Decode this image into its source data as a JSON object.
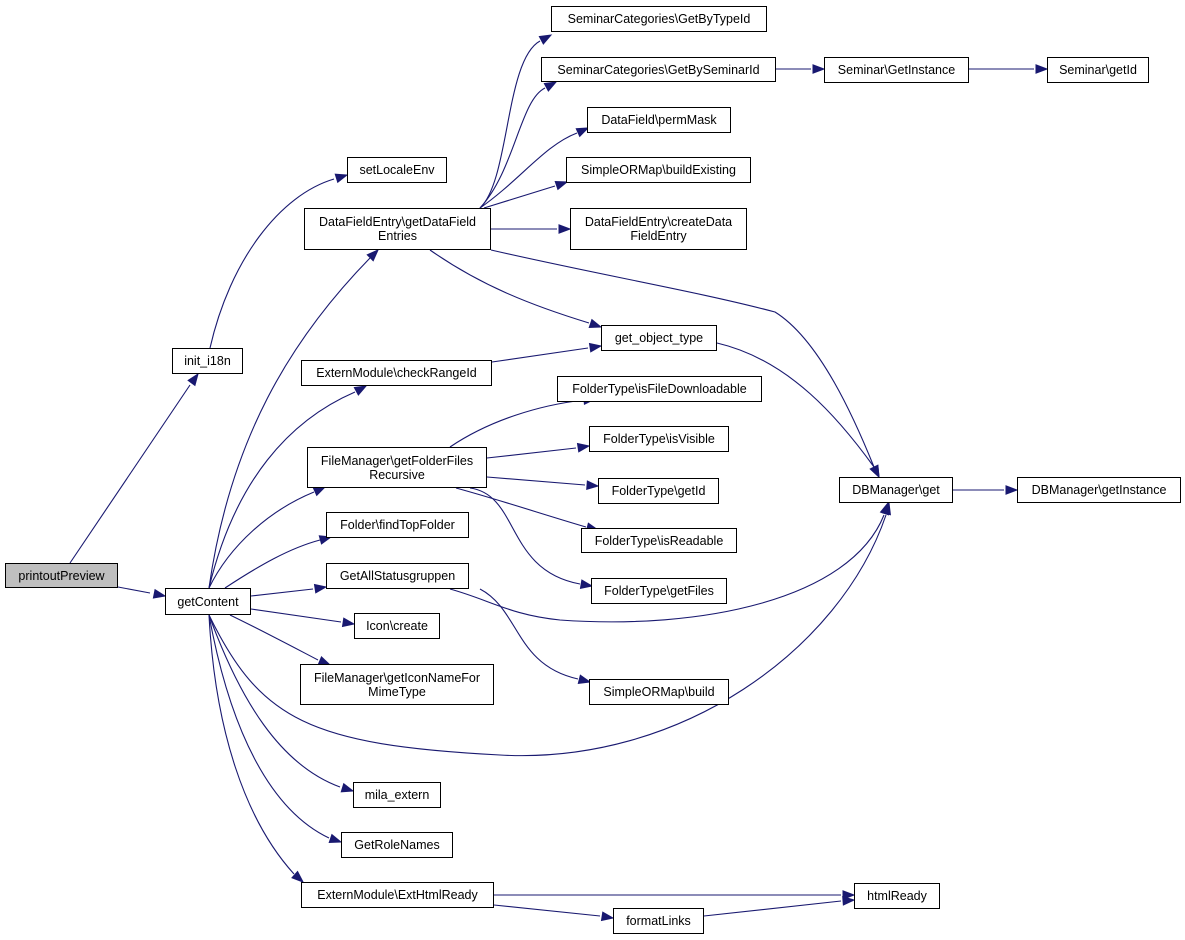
{
  "colors": {
    "edge": "#191970",
    "root_fill": "#bfbfbf",
    "node_fill": "#ffffff",
    "node_border": "#000000"
  },
  "nodes": {
    "printoutPreview": "printoutPreview",
    "getContent": "getContent",
    "init_i18n": "init_i18n",
    "setLocaleEnv": "setLocaleEnv",
    "dfe_getDataFieldEntries": "DataFieldEntry\\getDataField\nEntries",
    "sc_getByTypeId": "SeminarCategories\\GetByTypeId",
    "sc_getBySeminarId": "SeminarCategories\\GetBySeminarId",
    "seminar_getInstance": "Seminar\\GetInstance",
    "seminar_getId": "Seminar\\getId",
    "df_permMask": "DataField\\permMask",
    "sorm_buildExisting": "SimpleORMap\\buildExisting",
    "dfe_createDataFieldEntry": "DataFieldEntry\\createData\nFieldEntry",
    "get_object_type": "get_object_type",
    "em_checkRangeId": "ExternModule\\checkRangeId",
    "ft_isFileDownloadable": "FolderType\\isFileDownloadable",
    "ft_isVisible": "FolderType\\isVisible",
    "fm_getFolderFilesRecursive": "FileManager\\getFolderFiles\nRecursive",
    "ft_getId": "FolderType\\getId",
    "dbm_get": "DBManager\\get",
    "dbm_getInstance": "DBManager\\getInstance",
    "folder_findTopFolder": "Folder\\findTopFolder",
    "ft_isReadable": "FolderType\\isReadable",
    "getAllStatusgruppen": "GetAllStatusgruppen",
    "ft_getFiles": "FolderType\\getFiles",
    "icon_create": "Icon\\create",
    "fm_getIconNameForMimeType": "FileManager\\getIconNameFor\nMimeType",
    "sorm_build": "SimpleORMap\\build",
    "mila_extern": "mila_extern",
    "getRoleNames": "GetRoleNames",
    "em_extHtmlReady": "ExternModule\\ExtHtmlReady",
    "htmlReady": "htmlReady",
    "formatLinks": "formatLinks"
  }
}
